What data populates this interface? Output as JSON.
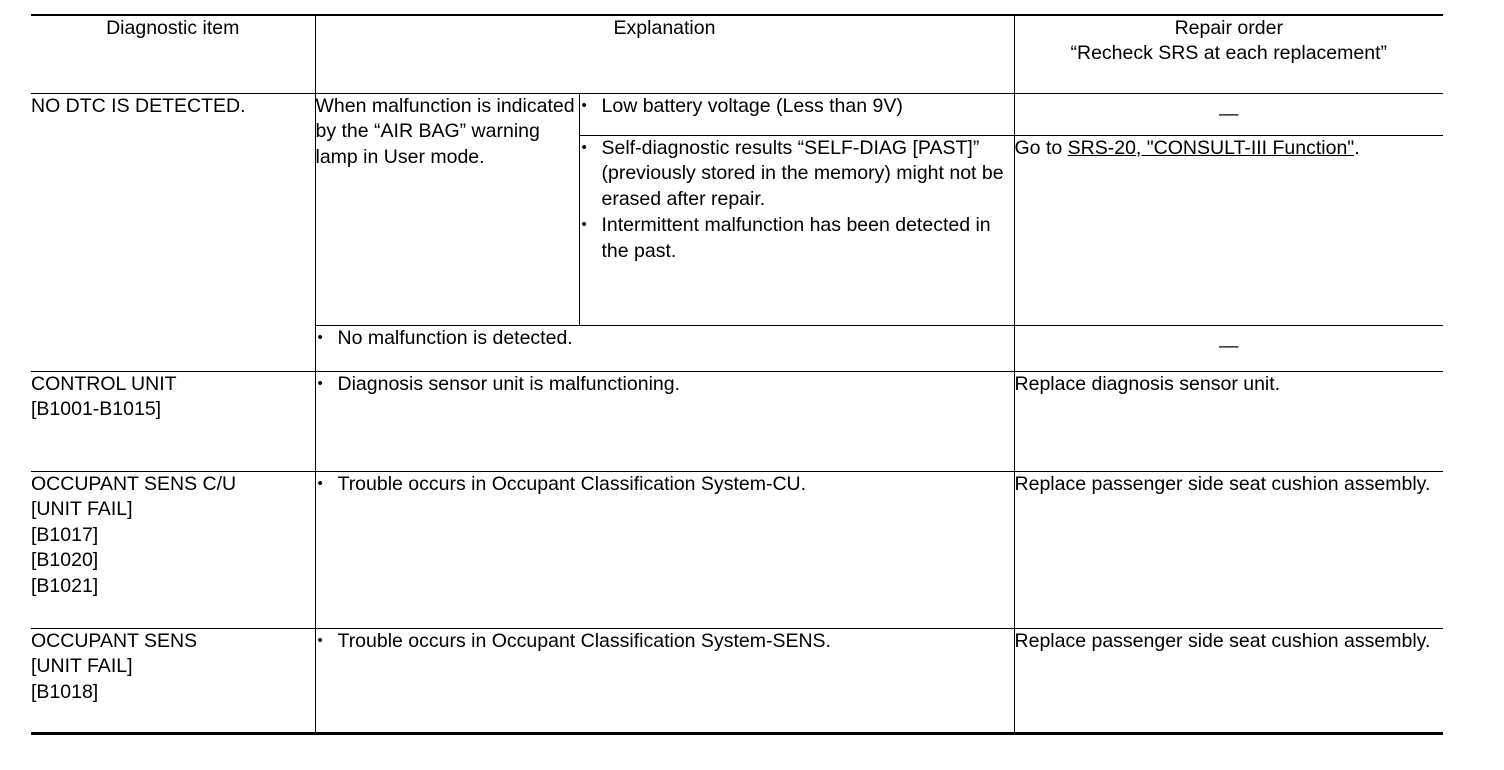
{
  "table": {
    "headers": {
      "col1": "Diagnostic item",
      "col2": "Explanation",
      "col3_line1": "Repair order",
      "col3_line2": "“Recheck SRS at each replacement”"
    },
    "rows": [
      {
        "diagnostic_item": "NO DTC IS DETECTED.",
        "explanation_sub": "When malfunction is indicated by the “AIR BAG” warning lamp in User mode.",
        "sub_rows": [
          {
            "bullets": [
              "Low battery voltage (Less than 9V)"
            ],
            "repair_order": "—"
          },
          {
            "bullets": [
              "Self-diagnostic results “SELF-DIAG [PAST]” (previously stored in the memory) might not be erased after repair.",
              "Intermittent malfunction has been detected in the past."
            ],
            "repair_order_prefix": "Go to ",
            "repair_order_link": "SRS-20, \"CONSULT-III Function\"",
            "repair_order_suffix": "."
          }
        ]
      },
      {
        "diagnostic_item": "",
        "bullets": [
          "No malfunction is detected."
        ],
        "repair_order": "—"
      },
      {
        "diagnostic_item_line1": "CONTROL UNIT",
        "diagnostic_item_line2": "[B1001-B1015]",
        "bullets": [
          "Diagnosis sensor unit is malfunctioning."
        ],
        "repair_order": "Replace diagnosis sensor unit."
      },
      {
        "diagnostic_item_line1": "OCCUPANT SENS C/U",
        "diagnostic_item_line2": "[UNIT FAIL]",
        "diagnostic_item_line3": "[B1017]",
        "diagnostic_item_line4": "[B1020]",
        "diagnostic_item_line5": "[B1021]",
        "bullets": [
          "Trouble occurs in Occupant Classification System-CU."
        ],
        "repair_order": "Replace passenger side seat cushion assembly."
      },
      {
        "diagnostic_item_line1": "OCCUPANT SENS",
        "diagnostic_item_line2": "[UNIT FAIL]",
        "diagnostic_item_line3": "[B1018]",
        "bullets": [
          "Trouble occurs in Occupant Classification System-SENS."
        ],
        "repair_order": "Replace passenger side seat cushion assembly."
      }
    ]
  }
}
